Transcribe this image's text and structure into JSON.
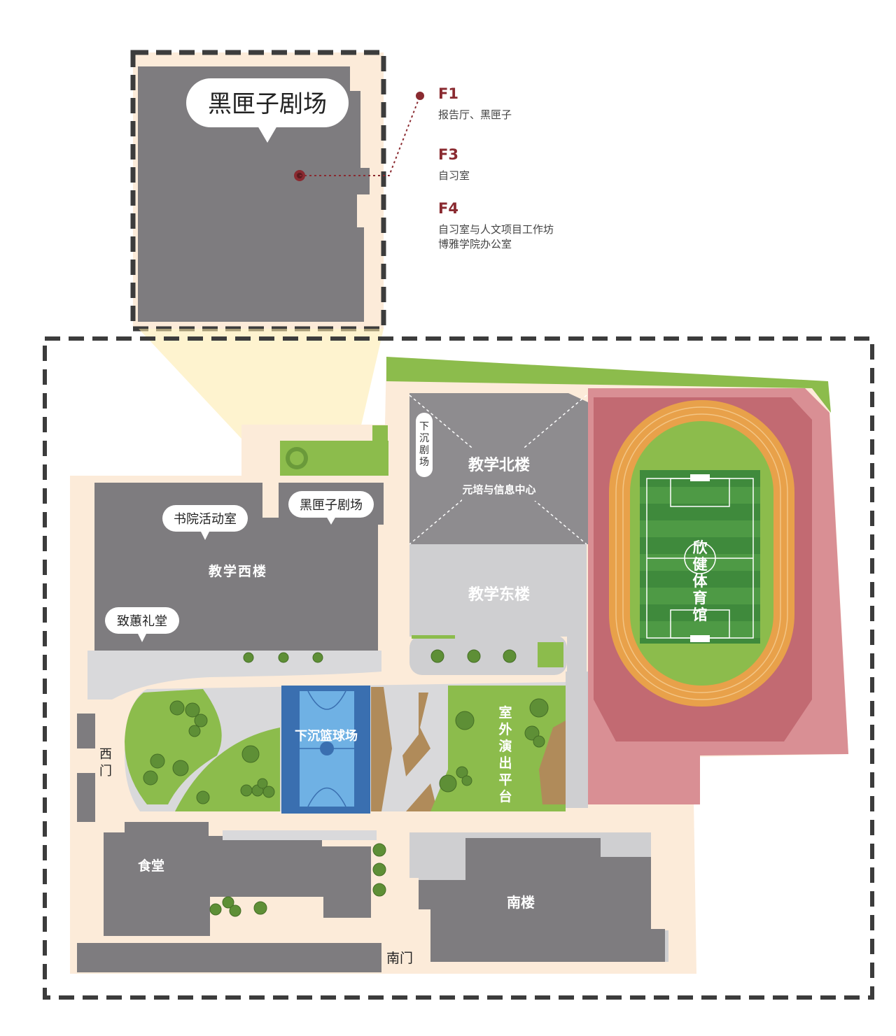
{
  "callout": {
    "title": "黑匣子剧场"
  },
  "floors": [
    {
      "label": "F1",
      "lines": [
        "报告厅、黑匣子"
      ]
    },
    {
      "label": "F3",
      "lines": [
        "自习室"
      ]
    },
    {
      "label": "F4",
      "lines": [
        "自习室与人文项目工作坊",
        "博雅学院办公室"
      ]
    }
  ],
  "buildings": {
    "north": "教学北楼",
    "north_sub": "元培与信息中心",
    "east": "教学东楼",
    "west": "教学西楼",
    "canteen": "食堂",
    "south": "南楼",
    "gym": "欣健体育馆"
  },
  "bubbles": {
    "black_box": "黑匣子剧场",
    "activity_room": "书院活动室",
    "auditorium": "致蕙礼堂"
  },
  "places": {
    "sunken_theater": "下沉剧场",
    "sunken_court": "下沉篮球场",
    "outdoor_stage": "室外演出平台",
    "west_gate": "西门",
    "south_gate": "南门"
  },
  "colors": {
    "ground": "#fcebd9",
    "building": "#7e7c7f",
    "building_light": "#8e8c8f",
    "plaza": "#d9d9db",
    "lawn": "#8cbc4c",
    "track": "#e8a14a",
    "court": "#5b9fd6",
    "accent": "#8a2a30"
  }
}
